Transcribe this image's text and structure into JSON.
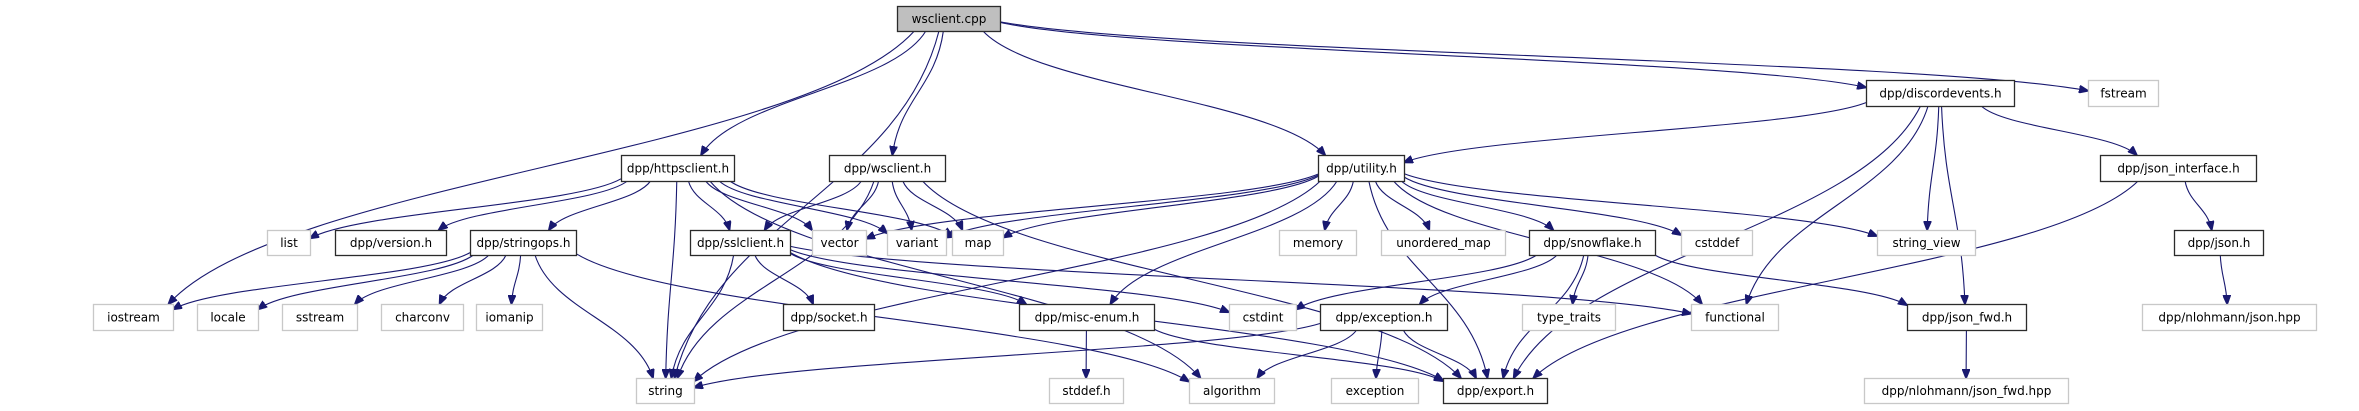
{
  "title": "wsclient.cpp include dependency graph",
  "colors": {
    "edge": "#191970",
    "root_fill": "#bfbfbf",
    "local_border": "#2b2b2b",
    "system_border": "#c8c8c8"
  },
  "nodes": [
    {
      "id": "wsclient_cpp",
      "label": "wsclient.cpp",
      "kind": "root"
    },
    {
      "id": "discordevents",
      "label": "dpp/discordevents.h",
      "kind": "local"
    },
    {
      "id": "fstream",
      "label": "fstream",
      "kind": "system"
    },
    {
      "id": "httpsclient",
      "label": "dpp/httpsclient.h",
      "kind": "local"
    },
    {
      "id": "wsclient_h",
      "label": "dpp/wsclient.h",
      "kind": "local"
    },
    {
      "id": "utility",
      "label": "dpp/utility.h",
      "kind": "local"
    },
    {
      "id": "json_interface",
      "label": "dpp/json_interface.h",
      "kind": "local"
    },
    {
      "id": "list",
      "label": "list",
      "kind": "system"
    },
    {
      "id": "version",
      "label": "dpp/version.h",
      "kind": "local"
    },
    {
      "id": "stringops",
      "label": "dpp/stringops.h",
      "kind": "local"
    },
    {
      "id": "sslclient",
      "label": "dpp/sslclient.h",
      "kind": "local"
    },
    {
      "id": "vector",
      "label": "vector",
      "kind": "system"
    },
    {
      "id": "variant",
      "label": "variant",
      "kind": "system"
    },
    {
      "id": "map",
      "label": "map",
      "kind": "system"
    },
    {
      "id": "memory",
      "label": "memory",
      "kind": "system"
    },
    {
      "id": "unordered_map",
      "label": "unordered_map",
      "kind": "system"
    },
    {
      "id": "snowflake",
      "label": "dpp/snowflake.h",
      "kind": "local"
    },
    {
      "id": "cstddef",
      "label": "cstddef",
      "kind": "system"
    },
    {
      "id": "string_view",
      "label": "string_view",
      "kind": "system"
    },
    {
      "id": "json_h",
      "label": "dpp/json.h",
      "kind": "local"
    },
    {
      "id": "iostream",
      "label": "iostream",
      "kind": "system"
    },
    {
      "id": "locale",
      "label": "locale",
      "kind": "system"
    },
    {
      "id": "sstream",
      "label": "sstream",
      "kind": "system"
    },
    {
      "id": "charconv",
      "label": "charconv",
      "kind": "system"
    },
    {
      "id": "iomanip",
      "label": "iomanip",
      "kind": "system"
    },
    {
      "id": "socket",
      "label": "dpp/socket.h",
      "kind": "local"
    },
    {
      "id": "misc_enum",
      "label": "dpp/misc-enum.h",
      "kind": "local"
    },
    {
      "id": "cstdint",
      "label": "cstdint",
      "kind": "system"
    },
    {
      "id": "exception_h",
      "label": "dpp/exception.h",
      "kind": "local"
    },
    {
      "id": "type_traits",
      "label": "type_traits",
      "kind": "system"
    },
    {
      "id": "functional",
      "label": "functional",
      "kind": "system"
    },
    {
      "id": "json_fwd",
      "label": "dpp/json_fwd.h",
      "kind": "local"
    },
    {
      "id": "nlohmann_json",
      "label": "dpp/nlohmann/json.hpp",
      "kind": "system"
    },
    {
      "id": "string",
      "label": "string",
      "kind": "system"
    },
    {
      "id": "stddef",
      "label": "stddef.h",
      "kind": "system"
    },
    {
      "id": "algorithm",
      "label": "algorithm",
      "kind": "system"
    },
    {
      "id": "exception",
      "label": "exception",
      "kind": "system"
    },
    {
      "id": "export",
      "label": "dpp/export.h",
      "kind": "local"
    },
    {
      "id": "nlohmann_json_fwd",
      "label": "dpp/nlohmann/json_fwd.hpp",
      "kind": "system"
    }
  ],
  "edges": [
    [
      "wsclient_cpp",
      "string"
    ],
    [
      "wsclient_cpp",
      "iostream"
    ],
    [
      "wsclient_cpp",
      "httpsclient"
    ],
    [
      "wsclient_cpp",
      "wsclient_h"
    ],
    [
      "wsclient_cpp",
      "utility"
    ],
    [
      "wsclient_cpp",
      "discordevents"
    ],
    [
      "wsclient_cpp",
      "fstream"
    ],
    [
      "discordevents",
      "utility"
    ],
    [
      "discordevents",
      "string_view"
    ],
    [
      "discordevents",
      "functional"
    ],
    [
      "discordevents",
      "json_fwd"
    ],
    [
      "discordevents",
      "json_interface"
    ],
    [
      "discordevents",
      "export"
    ],
    [
      "httpsclient",
      "string"
    ],
    [
      "httpsclient",
      "list"
    ],
    [
      "httpsclient",
      "version"
    ],
    [
      "httpsclient",
      "stringops"
    ],
    [
      "httpsclient",
      "sslclient"
    ],
    [
      "httpsclient",
      "vector"
    ],
    [
      "httpsclient",
      "variant"
    ],
    [
      "httpsclient",
      "map"
    ],
    [
      "httpsclient",
      "algorithm"
    ],
    [
      "wsclient_h",
      "string"
    ],
    [
      "wsclient_h",
      "sslclient"
    ],
    [
      "wsclient_h",
      "vector"
    ],
    [
      "wsclient_h",
      "variant"
    ],
    [
      "wsclient_h",
      "map"
    ],
    [
      "wsclient_h",
      "export"
    ],
    [
      "utility",
      "vector"
    ],
    [
      "utility",
      "variant"
    ],
    [
      "utility",
      "map"
    ],
    [
      "utility",
      "string"
    ],
    [
      "utility",
      "misc_enum"
    ],
    [
      "utility",
      "memory"
    ],
    [
      "utility",
      "unordered_map"
    ],
    [
      "utility",
      "snowflake"
    ],
    [
      "utility",
      "cstddef"
    ],
    [
      "utility",
      "string_view"
    ],
    [
      "utility",
      "functional"
    ],
    [
      "utility",
      "export"
    ],
    [
      "json_interface",
      "json_h"
    ],
    [
      "json_interface",
      "export"
    ],
    [
      "json_h",
      "nlohmann_json"
    ],
    [
      "stringops",
      "iostream"
    ],
    [
      "stringops",
      "locale"
    ],
    [
      "stringops",
      "sstream"
    ],
    [
      "stringops",
      "charconv"
    ],
    [
      "stringops",
      "iomanip"
    ],
    [
      "stringops",
      "string"
    ],
    [
      "stringops",
      "algorithm"
    ],
    [
      "sslclient",
      "string"
    ],
    [
      "sslclient",
      "socket"
    ],
    [
      "sslclient",
      "misc_enum"
    ],
    [
      "sslclient",
      "cstdint"
    ],
    [
      "sslclient",
      "functional"
    ],
    [
      "sslclient",
      "export"
    ],
    [
      "snowflake",
      "cstdint"
    ],
    [
      "snowflake",
      "exception_h"
    ],
    [
      "snowflake",
      "type_traits"
    ],
    [
      "snowflake",
      "json_fwd"
    ],
    [
      "snowflake",
      "export"
    ],
    [
      "misc_enum",
      "stddef"
    ],
    [
      "misc_enum",
      "export"
    ],
    [
      "exception_h",
      "string"
    ],
    [
      "exception_h",
      "algorithm"
    ],
    [
      "exception_h",
      "exception"
    ],
    [
      "exception_h",
      "export"
    ],
    [
      "json_fwd",
      "nlohmann_json_fwd"
    ]
  ]
}
